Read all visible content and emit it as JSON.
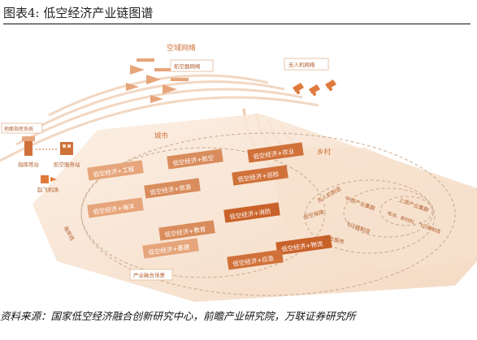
{
  "figure": {
    "title": "图表4:  低空经济产业链图谱",
    "source": "资料来源：国家低空经济融合创新研究中心，前瞻产业研究院，万联证券研究所"
  },
  "diagram": {
    "airspace_label": "空域网络",
    "aviation_network_label": "航空器网络",
    "drone_network_label": "无人机网络",
    "ground_command_label": "地面指挥系统",
    "command_tower_label": "指挥塔台",
    "aviation_service_label": "航空服务站",
    "takeoff_label": "起飞机场",
    "city_label": "城市",
    "village_label": "乡村",
    "sea_label": "海岸线",
    "fusion_scene_label": "产业融合场景",
    "boxes": [
      {
        "text": "低空经济+工程",
        "fill": "#e6a57a"
      },
      {
        "text": "低空经济+航空",
        "fill": "#d98c5c"
      },
      {
        "text": "低空经济+农业",
        "fill": "#d0713a"
      },
      {
        "text": "低空经济+巡检",
        "fill": "#d0713a"
      },
      {
        "text": "低空经济+旅游",
        "fill": "#d98c5c"
      },
      {
        "text": "低空经济+海洋",
        "fill": "#e6a57a"
      },
      {
        "text": "低空经济+消防",
        "fill": "#c9622a"
      },
      {
        "text": "低空经济+教育",
        "fill": "#d98c5c"
      },
      {
        "text": "低空经济+基建",
        "fill": "#e6a57a"
      },
      {
        "text": "低空经济+物流",
        "fill": "#c9622a"
      },
      {
        "text": "低空经济+应急",
        "fill": "#d0713a"
      }
    ],
    "chain": {
      "upstream": "上游产业集群",
      "upstream_sub": "电池、新材料、飞行器制造",
      "midstream": "中游产业集群",
      "drone_mfg": "无人机制造",
      "flight_service": "飞行器制造",
      "ops": "低空保障",
      "general_service": "综合服务"
    },
    "colors": {
      "accent": "#e07a3c",
      "light": "#f6ddc7",
      "dark": "#c9622a"
    }
  }
}
